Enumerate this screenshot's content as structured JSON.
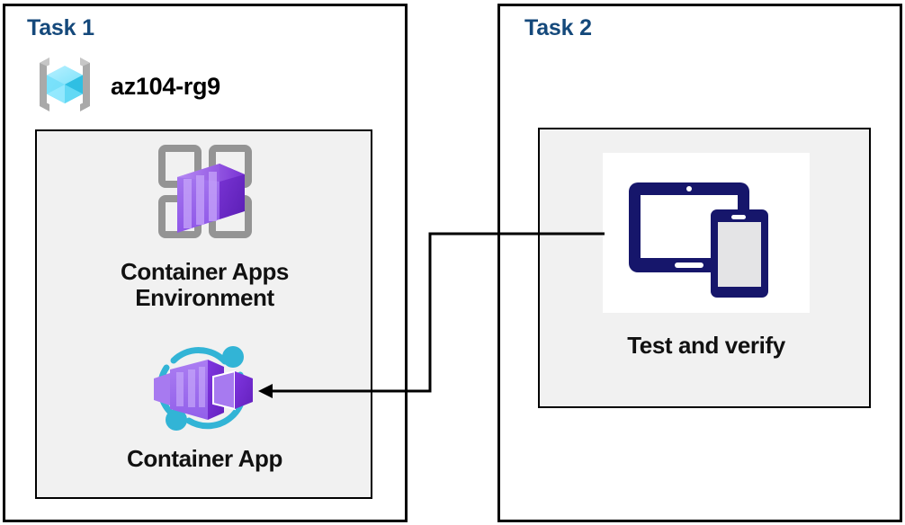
{
  "diagram": {
    "type": "architecture-flow",
    "background": "#ffffff",
    "accent_title_color": "#15497b",
    "panel_border_color": "#000000",
    "group_fill_color": "#f1f1f1"
  },
  "panels": [
    {
      "id": "task1",
      "title": "Task 1",
      "resource_group": {
        "name": "az104-rg9",
        "icon": "resource-group-icon"
      },
      "nodes": [
        {
          "id": "container-apps-environment",
          "label": "Container Apps\nEnvironment",
          "icon": "container-apps-environment-icon",
          "icon_colors": {
            "frame": "#949494",
            "box_light": "#9a6fe8",
            "box_dark": "#6a2bc9"
          }
        },
        {
          "id": "container-app",
          "label": "Container App",
          "icon": "container-app-icon",
          "icon_colors": {
            "ring": "#32b4d6",
            "box_light": "#9a6fe8",
            "box_dark": "#7030d9"
          }
        }
      ]
    },
    {
      "id": "task2",
      "title": "Task 2",
      "nodes": [
        {
          "id": "test-and-verify",
          "label": "Test and verify",
          "icon": "devices-test-verify-icon",
          "icon_colors": {
            "device": "#16166b",
            "phone_screen": "#e4e4e6",
            "plate": "#ffffff"
          }
        }
      ]
    }
  ],
  "connectors": [
    {
      "id": "testverify-to-containerapp",
      "from": "test-and-verify",
      "to": "container-app",
      "direction": "left",
      "arrowhead": "filled-triangle",
      "color": "#000000"
    }
  ]
}
